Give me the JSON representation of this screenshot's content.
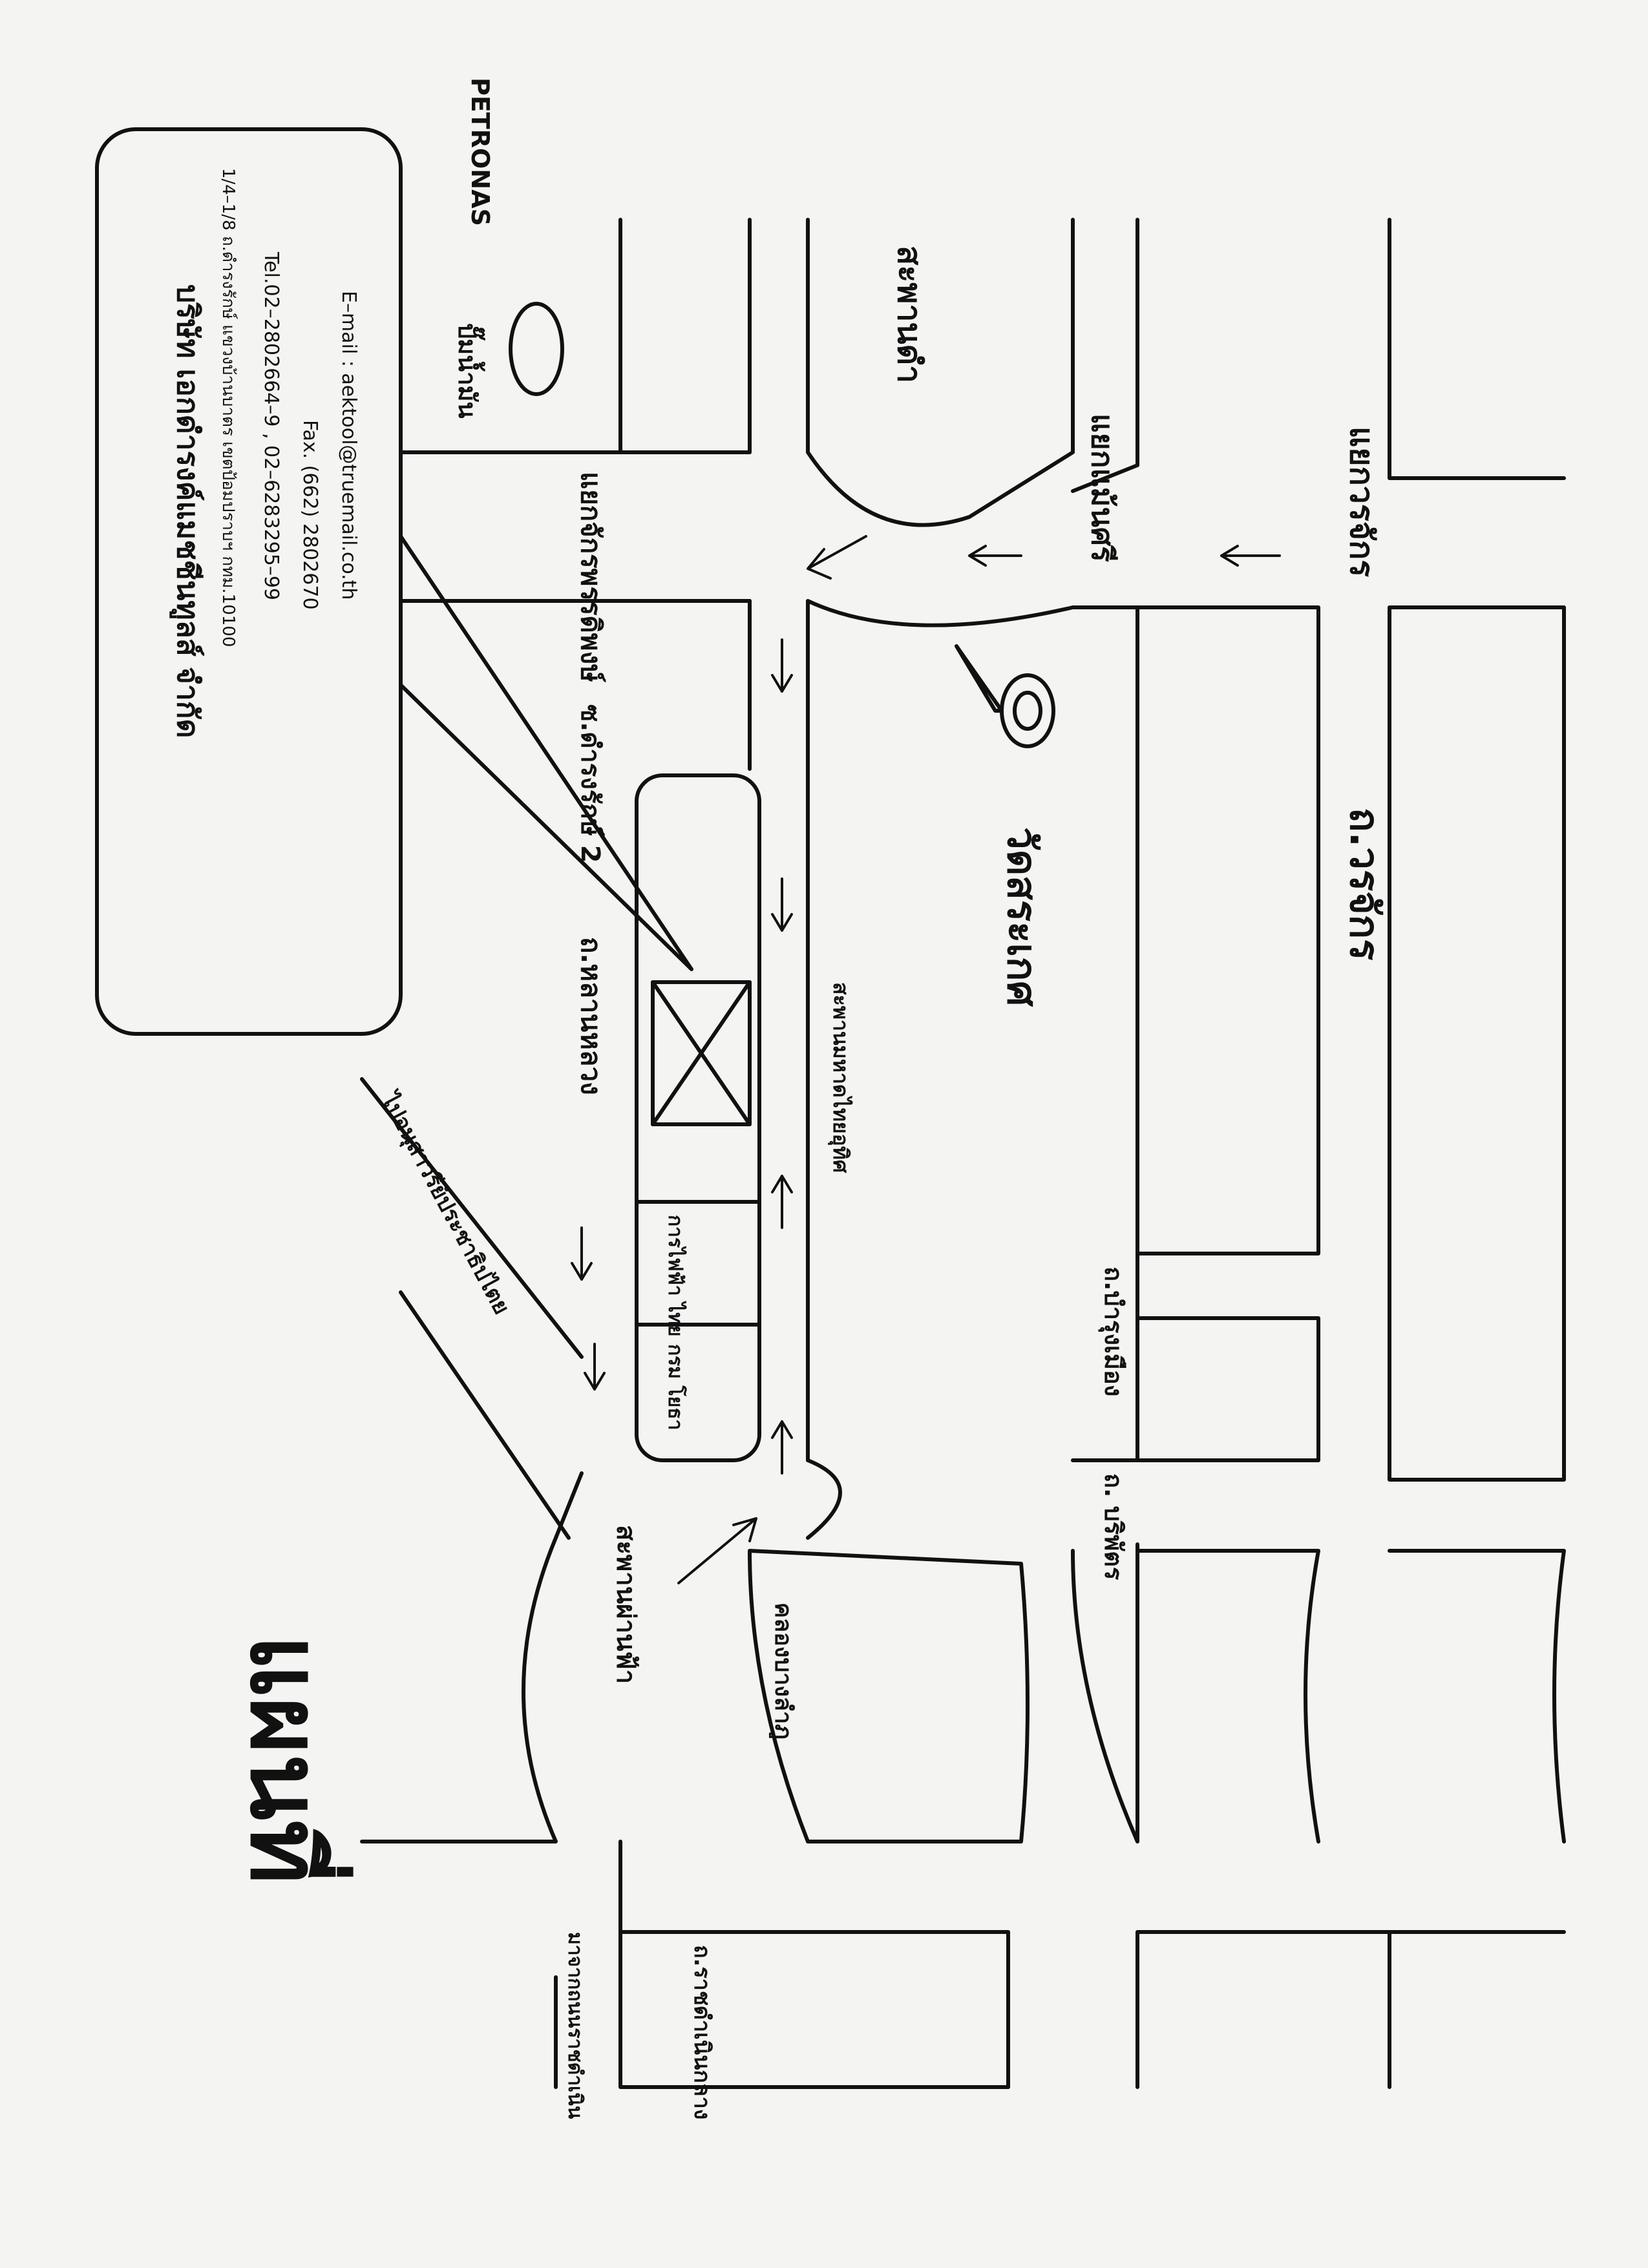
{
  "map": {
    "title": "แผนที่",
    "company": {
      "name": "บริษัท เอกดำรงค์แมชชีนทูลส์ จำกัด",
      "address": "1/4–1/8 ถ.ดำรงรักษ์ แขวงบ้านบาตร เขตป้อมปราบฯ กทม.10100",
      "tel": "Tel.02–2802664–9 , 02–6283295–99",
      "fax": "Fax. (662) 2802670",
      "email": "E–mail : aektool@truemail.co.th"
    },
    "labels": {
      "petronas": "PETRONAS",
      "gas_station": "ปั๊มน้ำมัน",
      "yaek_chakkraphat": "แยกจักรพรรดิพงษ์",
      "sapan_dam": "สะพานดำ",
      "yaek_maen_si": "แยกแม้นศรี",
      "yaek_worachak": "แยกวรจักร",
      "soi_2": "ซ.ดำรงรักษ์ 2",
      "wat_saket": "วัดสระเกศ",
      "thanon_worachak": "ถ.วรจักร",
      "thanon_lan_luang": "ถ.หลานหลวง",
      "krom_yotha": "กรม โยธา",
      "kan_fai_fa": "การไฟฟ้า ไทย",
      "sapan_mahadthai": "สะพานมหาดไทยอุทิศ",
      "bo_ban": "ถ.บำรุงเมือง",
      "yaek_road_2": "ถ. บริพัตร",
      "khlong_banglamphu": "คลองบางลำภู",
      "to_democracy": "ไปอนุสาวรีย์ประชาธิปไตย",
      "sapan_phan_fa": "สะพานผ่านฟ้า",
      "right_bottom_label": "ถ.ราชดำเนินกลาง",
      "left_bottom": "มาจากถนนราชดำเนิน"
    }
  }
}
